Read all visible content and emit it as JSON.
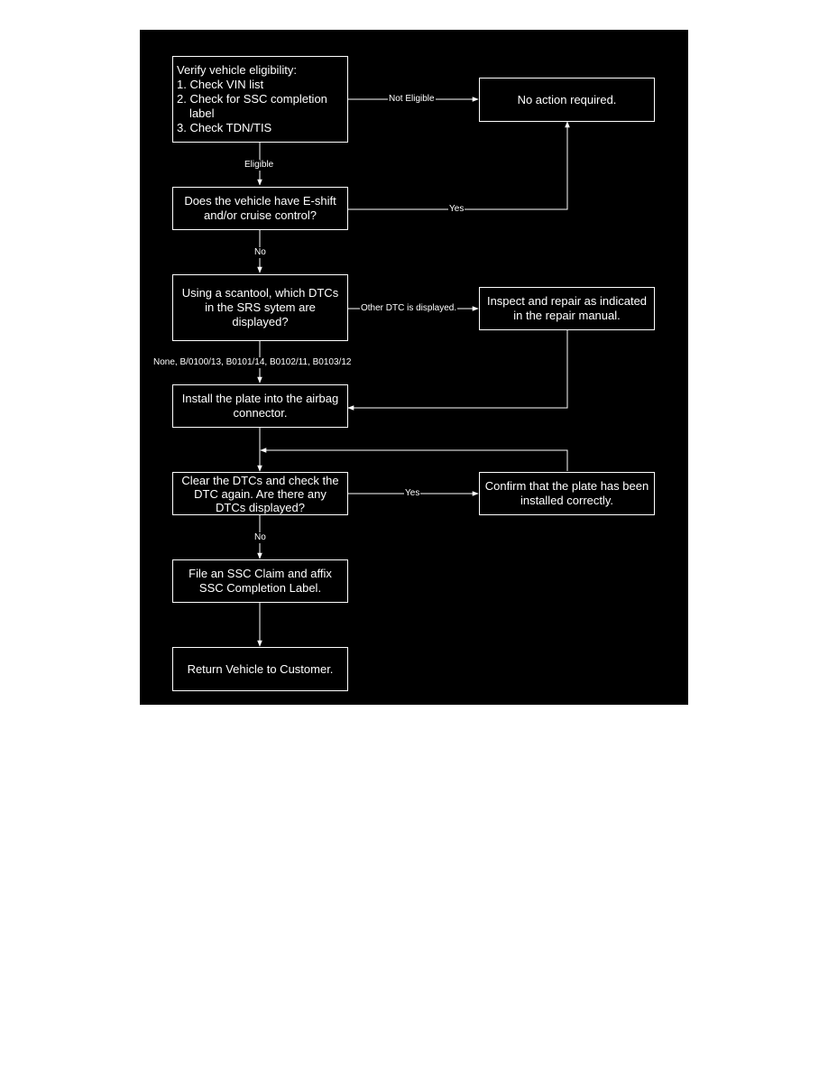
{
  "colors": {
    "background": "#000000",
    "foreground": "#ffffff",
    "page": "#ffffff"
  },
  "nodes": {
    "verify": {
      "lines": [
        "Verify vehicle eligibility:",
        "1. Check VIN list",
        "2. Check for SSC completion",
        "    label",
        "3. Check TDN/TIS"
      ]
    },
    "no_action": {
      "lines": [
        "No action required."
      ]
    },
    "eshift": {
      "lines": [
        "Does the vehicle have E-shift",
        "and/or cruise control?"
      ]
    },
    "scantool": {
      "lines": [
        "Using a scantool, which DTCs",
        "in the SRS sytem are",
        "displayed?"
      ]
    },
    "inspect": {
      "lines": [
        "Inspect and repair as indicated",
        "in the repair manual."
      ]
    },
    "install": {
      "lines": [
        "Install the plate into the airbag",
        "connector."
      ]
    },
    "clear": {
      "lines": [
        "Clear the DTCs and check the",
        "DTC again. Are there any",
        "DTCs displayed?"
      ]
    },
    "confirm": {
      "lines": [
        "Confirm that the plate has been",
        "installed correctly."
      ]
    },
    "file": {
      "lines": [
        "File an SSC Claim and affix",
        "SSC Completion Label."
      ]
    },
    "return": {
      "lines": [
        "Return Vehicle to Customer."
      ]
    }
  },
  "edges": {
    "not_eligible": "Not Eligible",
    "eligible": "Eligible",
    "yes_eshift": "Yes",
    "no_eshift": "No",
    "other_dtc": "Other DTC is displayed.",
    "none_dtc": "None, B/0100/13, B0101/14, B0102/11, B0103/12",
    "yes_clear": "Yes",
    "no_clear": "No"
  }
}
